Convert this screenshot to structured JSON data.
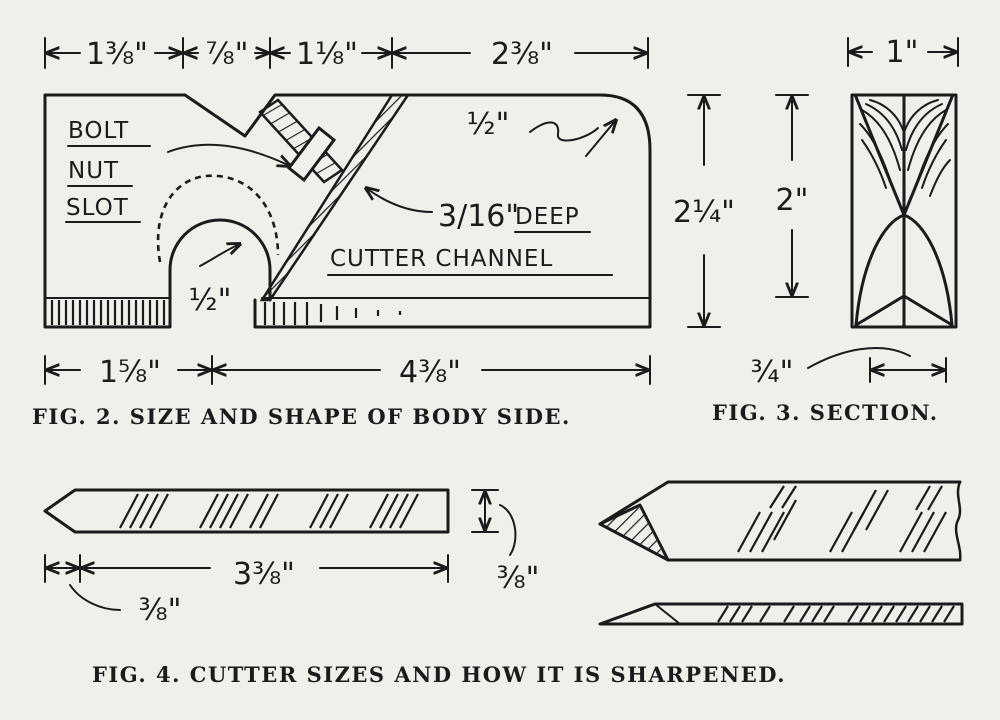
{
  "fig2": {
    "dims_top": [
      "1⅜\"",
      "⅞\"",
      "1⅛\"",
      "2⅜\""
    ],
    "dims_bottom": [
      "1⅝\"",
      "4⅜\""
    ],
    "labels": {
      "bolt": "BOLT",
      "nut": "NUT",
      "slot": "SLOT",
      "corner_radius": "½\"",
      "channel_depth": "3/16\"",
      "deep": "DEEP",
      "cutter_channel": "CUTTER CHANNEL",
      "slot_radius": "½\""
    },
    "caption": "FIG. 2.  SIZE AND SHAPE OF BODY SIDE."
  },
  "fig3": {
    "width_top": "1\"",
    "height_outer": "2¼\"",
    "height_inner": "2\"",
    "width_bottom": "¾\"",
    "caption": "FIG. 3.  SECTION."
  },
  "fig4": {
    "length": "3⅜\"",
    "point": "⅜\"",
    "thickness": "⅜\"",
    "caption": "FIG. 4.  CUTTER SIZES AND HOW IT IS SHARPENED."
  }
}
